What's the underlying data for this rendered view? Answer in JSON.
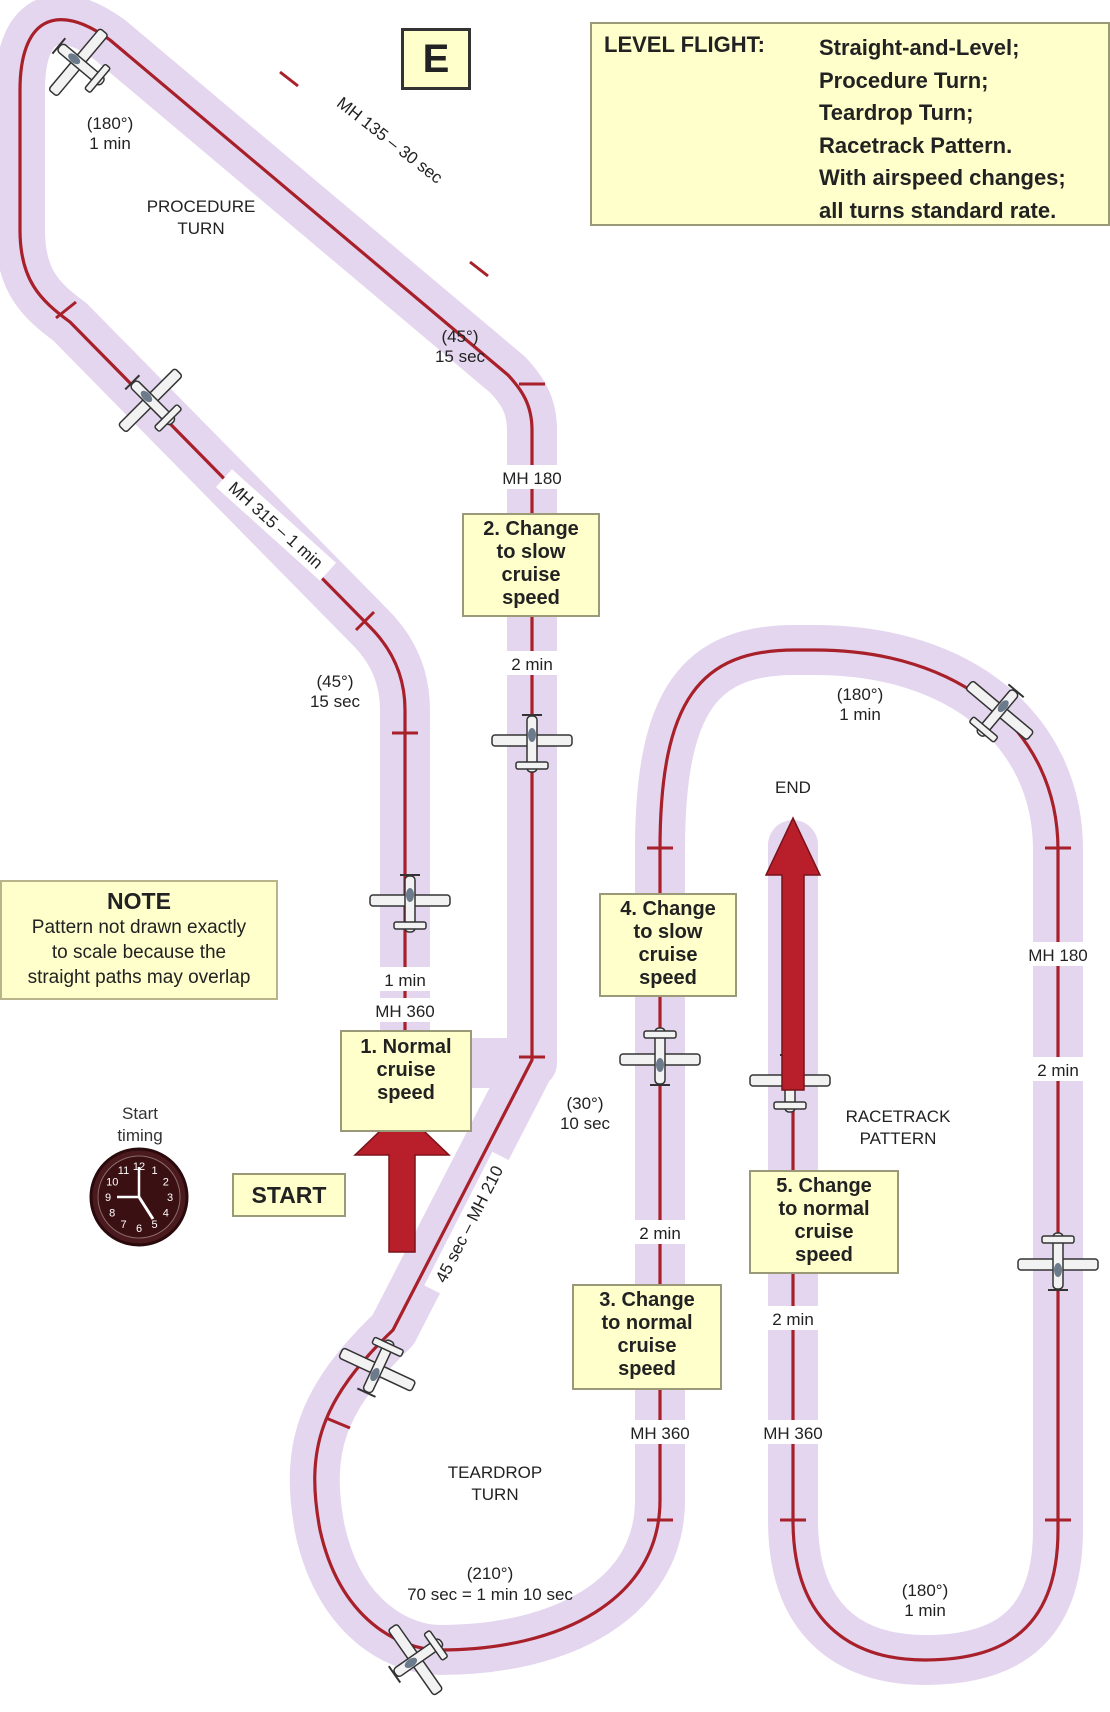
{
  "badge": "E",
  "title": {
    "key": "LEVEL FLIGHT:",
    "lines": [
      "Straight-and-Level;",
      "Procedure Turn;",
      "Teardrop Turn;",
      "Racetrack Pattern.",
      "With airspeed changes;",
      "all turns standard rate."
    ]
  },
  "note": {
    "heading": "NOTE",
    "lines": [
      "Pattern not drawn exactly",
      "to scale because the",
      "straight paths may overlap"
    ]
  },
  "start_timing": [
    "Start",
    "timing"
  ],
  "start_label": "START",
  "end_label": "END",
  "steps": [
    {
      "lines": [
        "1. Normal",
        "cruise",
        "speed"
      ]
    },
    {
      "lines": [
        "2. Change",
        "to slow",
        "cruise",
        "speed"
      ]
    },
    {
      "lines": [
        "3. Change",
        "to normal",
        "cruise",
        "speed"
      ]
    },
    {
      "lines": [
        "4. Change",
        "to slow",
        "cruise",
        "speed"
      ]
    },
    {
      "lines": [
        "5. Change",
        "to normal",
        "cruise",
        "speed"
      ]
    }
  ],
  "pattern_names": {
    "procedure": [
      "PROCEDURE",
      "TURN"
    ],
    "teardrop": [
      "TEARDROP",
      "TURN"
    ],
    "racetrack": [
      "RACETRACK",
      "PATTERN"
    ]
  },
  "labels": {
    "pt_180": [
      "(180°)",
      "1 min"
    ],
    "pt_45_upper": [
      "(45°)",
      "15 sec"
    ],
    "pt_45_lower": [
      "(45°)",
      "15 sec"
    ],
    "mh135": "MH 135 – 30 sec",
    "mh315": "MH 315 – 1 min",
    "mh180_left": "MH 180",
    "two_min_a": "2 min",
    "one_min": "1 min",
    "mh360_a": "MH 360",
    "td_30": [
      "(30°)",
      "10 sec"
    ],
    "mh210": "45 sec – MH 210",
    "td_210": [
      "(210°)",
      "70 sec = 1 min 10 sec"
    ],
    "two_min_b": "2 min",
    "mh360_b": "MH 360",
    "rt_180_top": [
      "(180°)",
      "1 min"
    ],
    "rt_180_bottom": [
      "(180°)",
      "1 min"
    ],
    "mh180_right": "MH 180",
    "two_min_right": "2 min",
    "two_min_c": "2 min",
    "mh360_c": "MH 360"
  },
  "colors": {
    "route": "#a8202a",
    "band": "#e4d6ef",
    "box_fill": "#ffffcc",
    "arrow": "#b81f2a"
  },
  "clock_numerals": [
    "12",
    "1",
    "2",
    "3",
    "4",
    "5",
    "6",
    "7",
    "8",
    "9",
    "10",
    "11"
  ]
}
